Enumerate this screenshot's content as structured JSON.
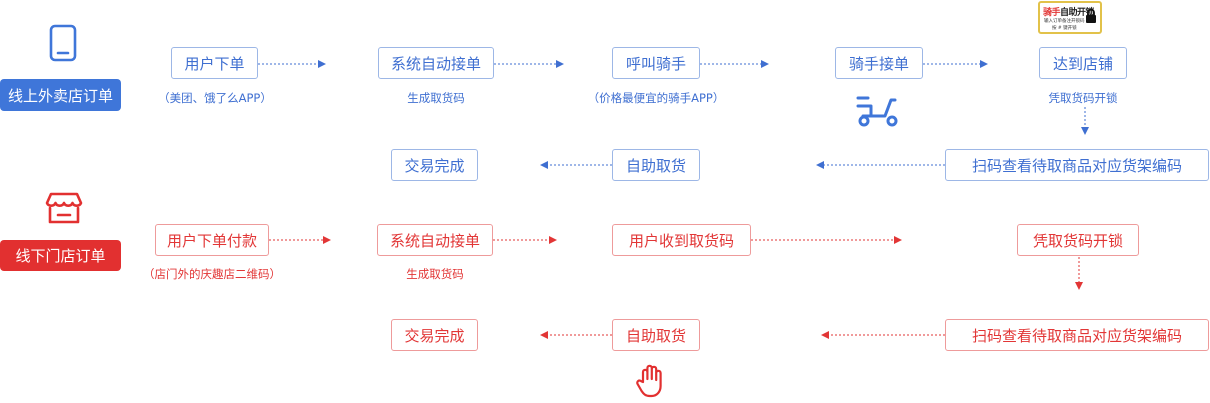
{
  "colors": {
    "online_accent": "#3f76d9",
    "offline_accent": "#e23030"
  },
  "online": {
    "label": "线上外卖店订单",
    "icon": "phone-icon",
    "row1": [
      {
        "label": "用户下单",
        "caption": "（美团、饿了么APP）"
      },
      {
        "label": "系统自动接单",
        "caption": "生成取货码"
      },
      {
        "label": "呼叫骑手",
        "caption": "（价格最便宜的骑手APP）"
      },
      {
        "label": "骑手接单",
        "caption": ""
      },
      {
        "label": "达到店铺",
        "caption": "凭取货码开锁"
      }
    ],
    "row2": [
      {
        "label": "交易完成"
      },
      {
        "label": "自助取货"
      },
      {
        "label": "扫码查看待取商品对应货架编码"
      }
    ],
    "rider_icon": "scooter-icon",
    "lock_card": {
      "title_a": "骑手",
      "title_b": "自助开锁",
      "line1": "输入订单备注开锁码",
      "line2": "按 # 键开锁",
      "icon": "lock-icon"
    }
  },
  "offline": {
    "label": "线下门店订单",
    "icon": "store-icon",
    "row1": [
      {
        "label": "用户下单付款",
        "caption": "（店门外的庆趣店二维码）"
      },
      {
        "label": "系统自动接单",
        "caption": "生成取货码"
      },
      {
        "label": "用户收到取货码",
        "caption": ""
      },
      {
        "label": "凭取货码开锁",
        "caption": ""
      }
    ],
    "row2": [
      {
        "label": "交易完成"
      },
      {
        "label": "自助取货"
      },
      {
        "label": "扫码查看待取商品对应货架编码"
      }
    ],
    "hand_icon": "hand-icon"
  }
}
